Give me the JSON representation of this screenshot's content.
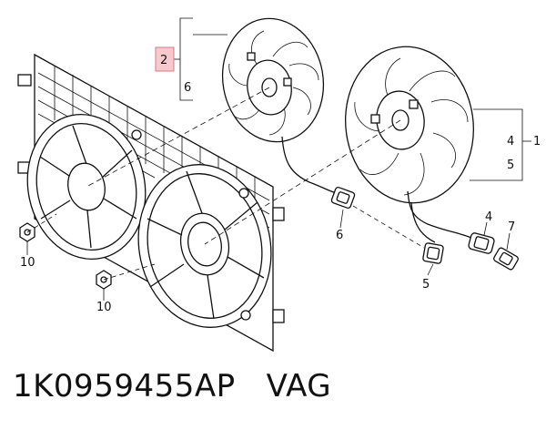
{
  "callouts": {
    "c1": "1",
    "c2": "2",
    "c4a": "4",
    "c4b": "4",
    "c5a": "5",
    "c5b": "5",
    "c6a": "6",
    "c6b": "6",
    "c7": "7",
    "c10a": "10",
    "c10b": "10"
  },
  "caption": {
    "part_number": "1K0959455AP",
    "brand": "VAG"
  },
  "colors": {
    "highlight_fill": "#f6c9cf",
    "highlight_stroke": "#d77a86"
  }
}
